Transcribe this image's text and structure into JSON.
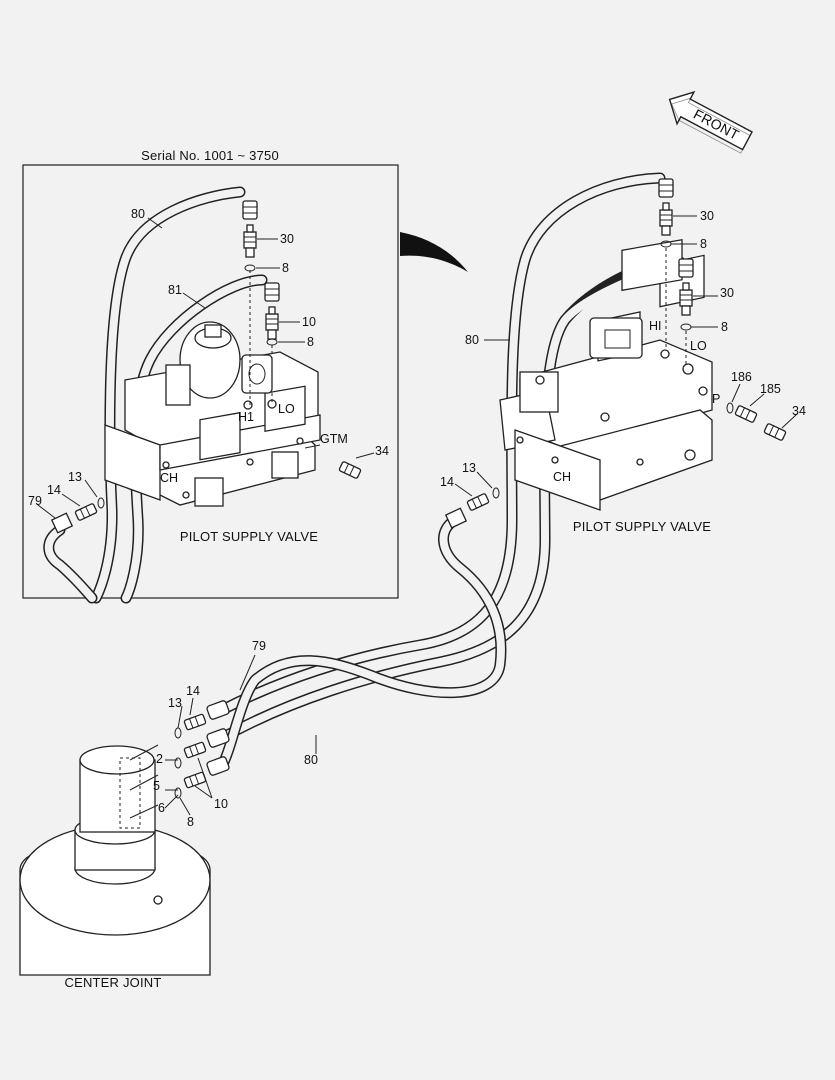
{
  "inset": {
    "serial_label": "Serial No. 1001 ~ 3750",
    "valve_caption": "PILOT SUPPLY VALVE",
    "ports": {
      "h1": "H1",
      "lo": "LO",
      "gtm": "GTM",
      "ch": "CH"
    },
    "callouts": {
      "c80": "80",
      "c81": "81",
      "c30": "30",
      "c8a": "8",
      "c10": "10",
      "c8b": "8",
      "c34": "34",
      "c13": "13",
      "c14": "14",
      "c79": "79"
    }
  },
  "main": {
    "front_label": "FRONT",
    "valve_caption": "PILOT SUPPLY VALVE",
    "joint_caption": "CENTER JOINT",
    "ports": {
      "hi": "HI",
      "lo": "LO",
      "p": "P",
      "ch": "CH"
    },
    "callouts": {
      "c30a": "30",
      "c8a": "8",
      "c30b": "30",
      "c8b": "8",
      "c80": "80",
      "c186": "186",
      "c185": "185",
      "c34": "34",
      "c13": "13",
      "c14": "14",
      "c79": "79",
      "c80b": "80",
      "c13b": "13",
      "c14b": "14",
      "c2": "2",
      "c5": "5",
      "c6": "6",
      "c8c": "8",
      "c10": "10"
    }
  }
}
